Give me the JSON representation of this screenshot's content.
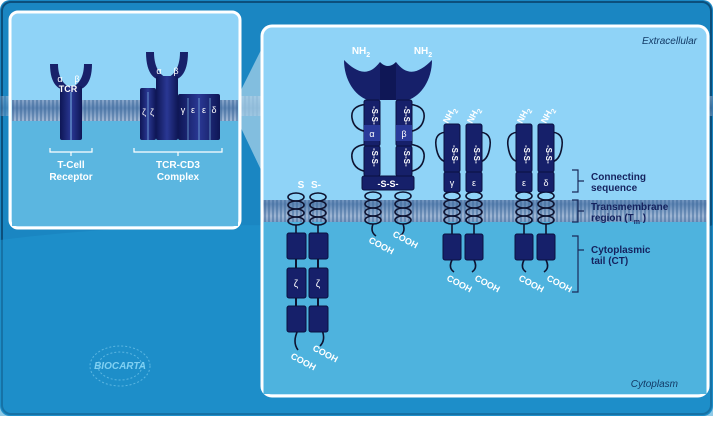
{
  "panels": {
    "extracellular_label": "Extracellular",
    "cytoplasm_label": "Cytoplasm"
  },
  "inset": {
    "tcr": {
      "alpha": "α",
      "beta": "β",
      "title": "TCR",
      "caption_line1": "T-Cell",
      "caption_line2": "Receptor"
    },
    "complex": {
      "alpha": "α",
      "beta": "β",
      "zeta1": "ζ",
      "zeta2": "ζ",
      "gamma": "γ",
      "eps1": "ε",
      "eps2": "ε",
      "delta": "δ",
      "caption_line1": "TCR-CD3",
      "caption_line2": "Complex"
    }
  },
  "main": {
    "zeta_dimer": {
      "ss_left": "S",
      "ss_right": "S-",
      "domain1": "ζ",
      "domain2": "ζ",
      "cooh1": "COOH",
      "cooh2": "COOH"
    },
    "tcr_dimer": {
      "nh2_left": "NH",
      "nh2_right": "NH",
      "sub": "2",
      "ss_top_left": "-S-S-",
      "ss_top_right": "-S-S-",
      "alpha": "α",
      "beta": "β",
      "ss_mid_left": "-S-S-",
      "ss_mid_right": "-S-S-",
      "interchain": "-S-S-",
      "cooh_left": "COOH",
      "cooh_right": "COOH"
    },
    "cd3_gamma_eps": {
      "nh2": "NH",
      "sub": "2",
      "ss1": "-S-S-",
      "ss2": "-S-S-",
      "d1": "γ",
      "d2": "ε",
      "cooh1": "COOH",
      "cooh2": "COOH"
    },
    "cd3_eps_delta": {
      "nh2": "NH",
      "sub": "2",
      "ss1": "-S-S-",
      "ss2": "-S-S-",
      "d1": "ε",
      "d2": "δ",
      "cooh1": "COOH",
      "cooh2": "COOH"
    }
  },
  "legend": {
    "connecting": [
      "Connecting",
      "sequence"
    ],
    "transmembrane_line1": "Transmembrane",
    "transmembrane_line2_a": "region (T",
    "transmembrane_sub": "m",
    "transmembrane_line2_b": " )",
    "cytoplasmic": [
      "Cytoplasmic",
      "tail (CT)"
    ]
  },
  "logo": "BIOCARTA",
  "colors": {
    "outer_bg": "#1c89c3",
    "extracellular": "#8fd3f7",
    "membrane": "#5c8fbe",
    "cytoplasm": "#4eb3de",
    "protein": "#16206a",
    "protein_light": "#2c3a96",
    "coil": "#0d1230"
  }
}
